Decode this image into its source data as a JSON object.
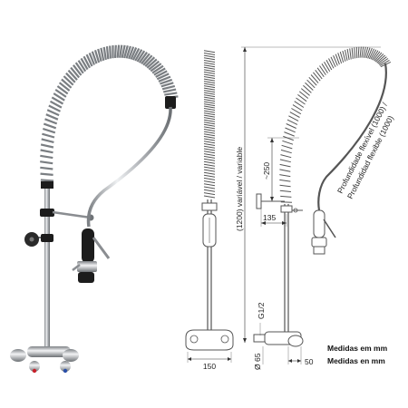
{
  "dimensions": {
    "height_variable": "(1200) variável / variable",
    "reach_250": "~250",
    "arm_135": "135",
    "base_width_150": "150",
    "thread": "G1/2",
    "center_65": "Ø 65",
    "depth_50": "50",
    "flexible_depth_pt": "Profundidade flexível (1000) /",
    "flexible_depth_es": "Profundidad flexible (1000)"
  },
  "notes": {
    "units_pt": "Medidas em mm",
    "units_es": "Medidas en mm"
  },
  "colors": {
    "chrome": "#b9bcc0",
    "chrome_dark": "#6f7377",
    "black": "#1c1c1c",
    "red": "#c8202a",
    "blue": "#2a4fa8"
  }
}
